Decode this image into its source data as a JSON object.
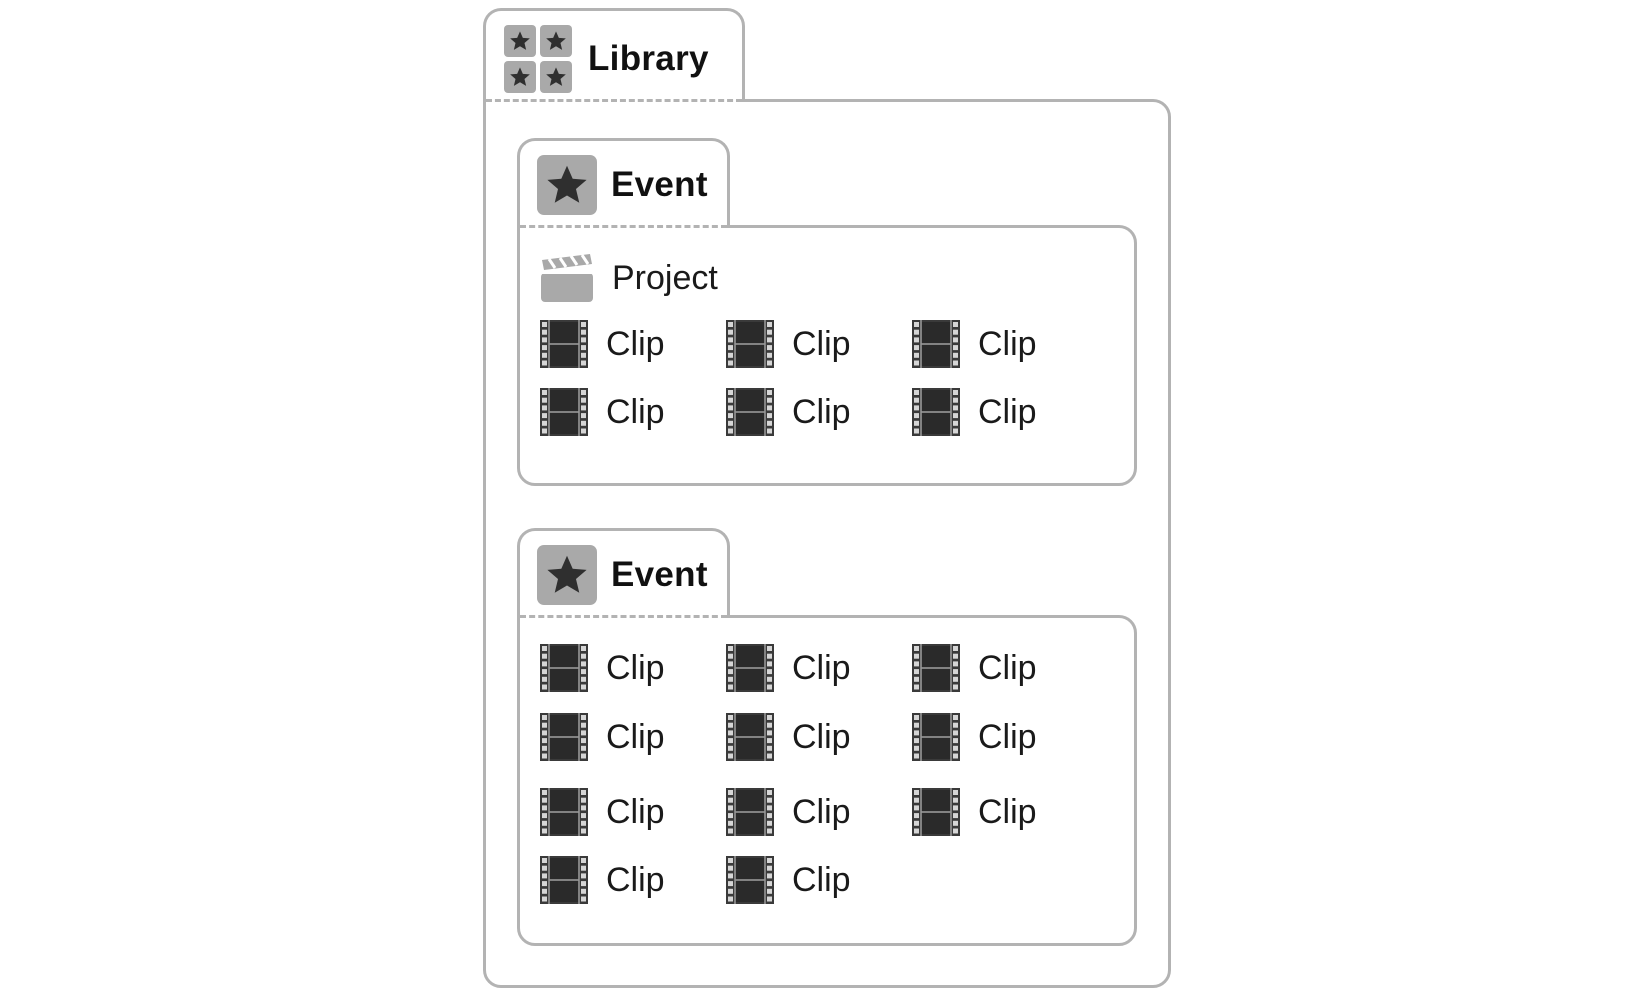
{
  "library": {
    "label": "Library",
    "icon": "library-icon"
  },
  "events": [
    {
      "label": "Event",
      "icon": "event-star-icon",
      "project": {
        "label": "Project",
        "icon": "clapperboard-icon"
      },
      "clips": [
        "Clip",
        "Clip",
        "Clip",
        "Clip",
        "Clip",
        "Clip"
      ]
    },
    {
      "label": "Event",
      "icon": "event-star-icon",
      "clips": [
        "Clip",
        "Clip",
        "Clip",
        "Clip",
        "Clip",
        "Clip",
        "Clip",
        "Clip",
        "Clip",
        "Clip",
        "Clip"
      ]
    }
  ],
  "colors": {
    "border": "#b3b3b3",
    "icon_bg": "#a9a9a9",
    "icon_dark": "#3a3a3a",
    "text": "#111111"
  }
}
